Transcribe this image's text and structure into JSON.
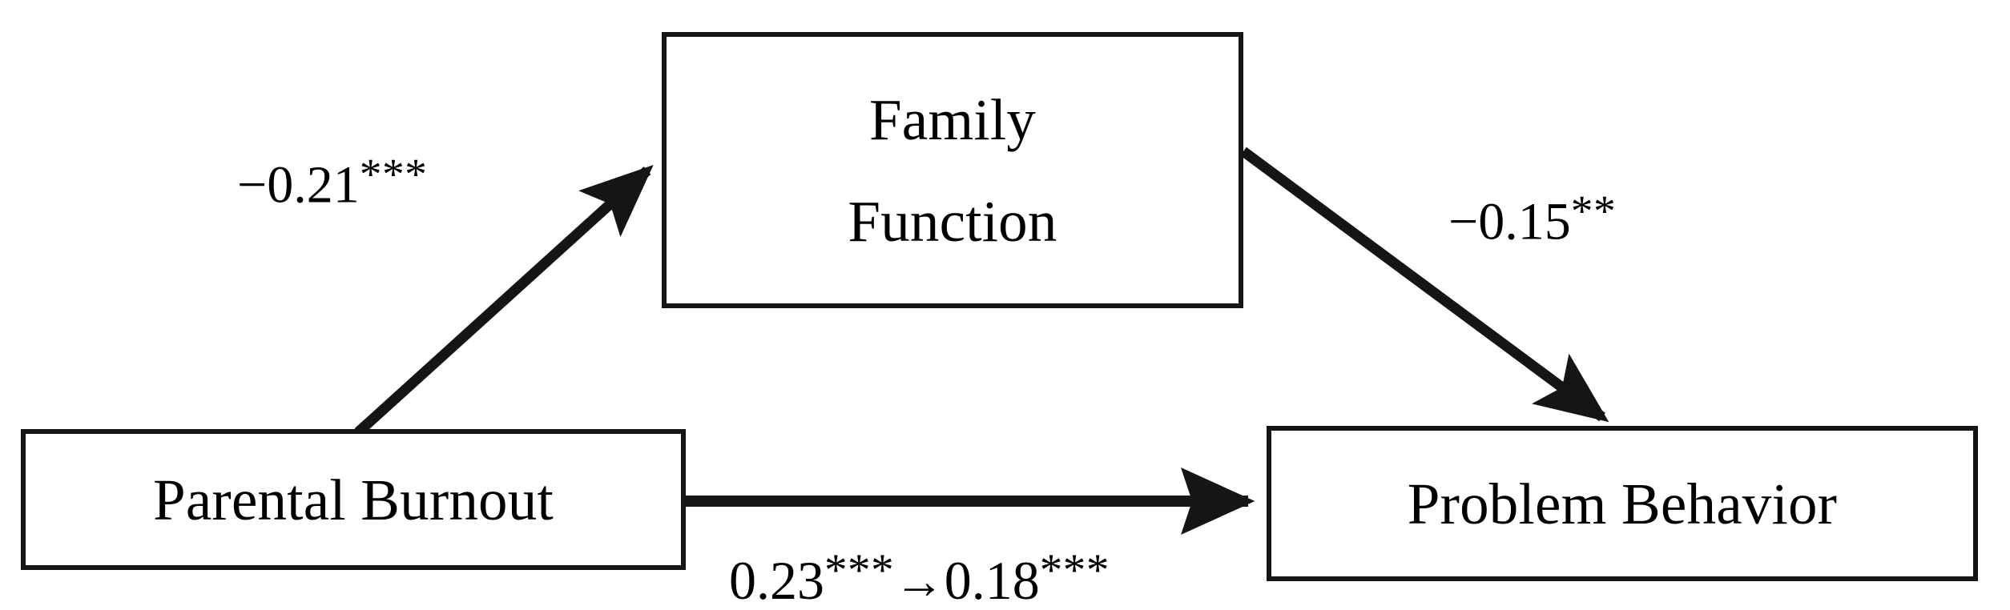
{
  "figure": {
    "type": "mediation-path-diagram",
    "background_color": "#ffffff",
    "line_color": "#151515",
    "text_color": "#000000"
  },
  "nodes": {
    "mediator": {
      "id": "family-function",
      "line_1": "Family",
      "line_2": "Function",
      "role": "mediator"
    },
    "predictor": {
      "id": "parental-burnout",
      "label": "Parental Burnout",
      "role": "independent-variable"
    },
    "outcome": {
      "id": "problem-behavior",
      "label": "Problem Behavior",
      "role": "dependent-variable"
    }
  },
  "paths": {
    "a": {
      "from": "Parental Burnout",
      "to": "Family Function",
      "coefficient": "−0.21",
      "significance": "***",
      "full_label": "−0.21 ***"
    },
    "b": {
      "from": "Family Function",
      "to": "Problem Behavior",
      "coefficient": "−0.15",
      "significance": "**",
      "full_label": "−0.15 **"
    },
    "c": {
      "from": "Parental Burnout",
      "to": "Problem Behavior",
      "total_effect": "0.23",
      "total_significance": "***",
      "arrow": "→",
      "direct_effect": "0.18",
      "direct_significance": "***",
      "full_label": "0.23 ***→0.18 ***"
    }
  },
  "chart_data": {
    "type": "diagram",
    "title": "",
    "nodes": [
      "Parental Burnout",
      "Family Function",
      "Problem Behavior"
    ],
    "edges": [
      {
        "source": "Parental Burnout",
        "target": "Family Function",
        "label": "−0.21 ***",
        "value": -0.21,
        "significance": "p < 0.001"
      },
      {
        "source": "Family Function",
        "target": "Problem Behavior",
        "label": "−0.15 **",
        "value": -0.15,
        "significance": "p < 0.01"
      },
      {
        "source": "Parental Burnout",
        "target": "Problem Behavior",
        "label": "0.23 ***→0.18 ***",
        "total_value": 0.23,
        "direct_value": 0.18,
        "significance": "p < 0.001"
      }
    ]
  }
}
